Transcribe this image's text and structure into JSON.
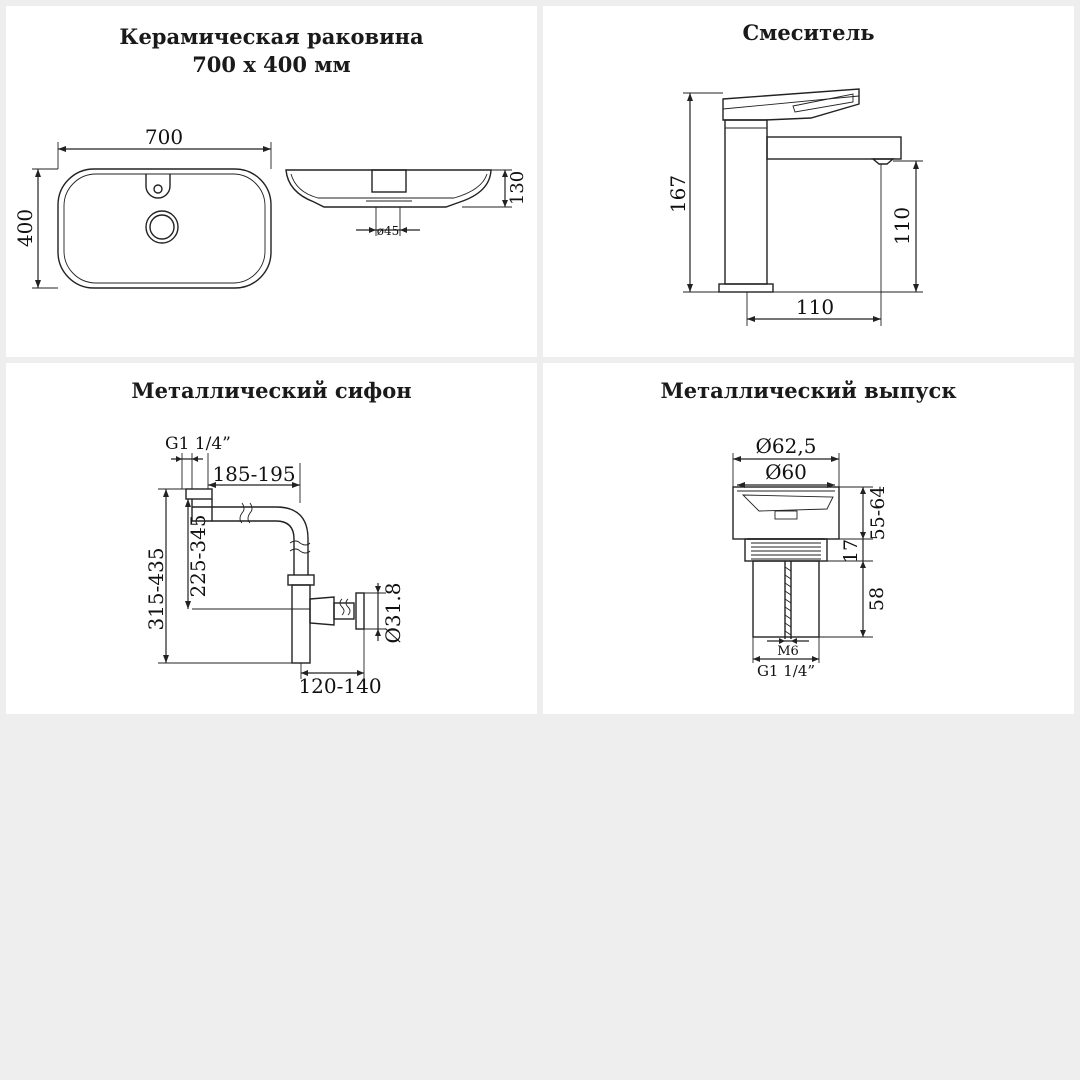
{
  "colors": {
    "background": "#eeeeee",
    "panel": "#ffffff",
    "ink": "#222222"
  },
  "panels": {
    "sink": {
      "title_line1": "Керамическая раковина",
      "title_line2": "700 x 400 мм",
      "dims": {
        "width": "700",
        "depth": "400",
        "height": "130",
        "drain": "ø45"
      }
    },
    "mixer": {
      "title": "Смеситель",
      "dims": {
        "height": "167",
        "spout_height": "110",
        "spout_reach": "110"
      }
    },
    "siphon": {
      "title": "Металлический сифон",
      "dims": {
        "thread": "G1 1/4”",
        "horizontal": "185-195",
        "total_height": "315-435",
        "inner_height": "225-345",
        "outlet": "Ø31.8",
        "depth": "120-140"
      }
    },
    "drain": {
      "title": "Металлический выпуск",
      "dims": {
        "outer_diameter": "Ø62,5",
        "inner_diameter": "Ø60",
        "range": "55-64",
        "flange": "17",
        "body": "58",
        "rod": "M6",
        "thread": "G1 1/4”"
      }
    }
  }
}
